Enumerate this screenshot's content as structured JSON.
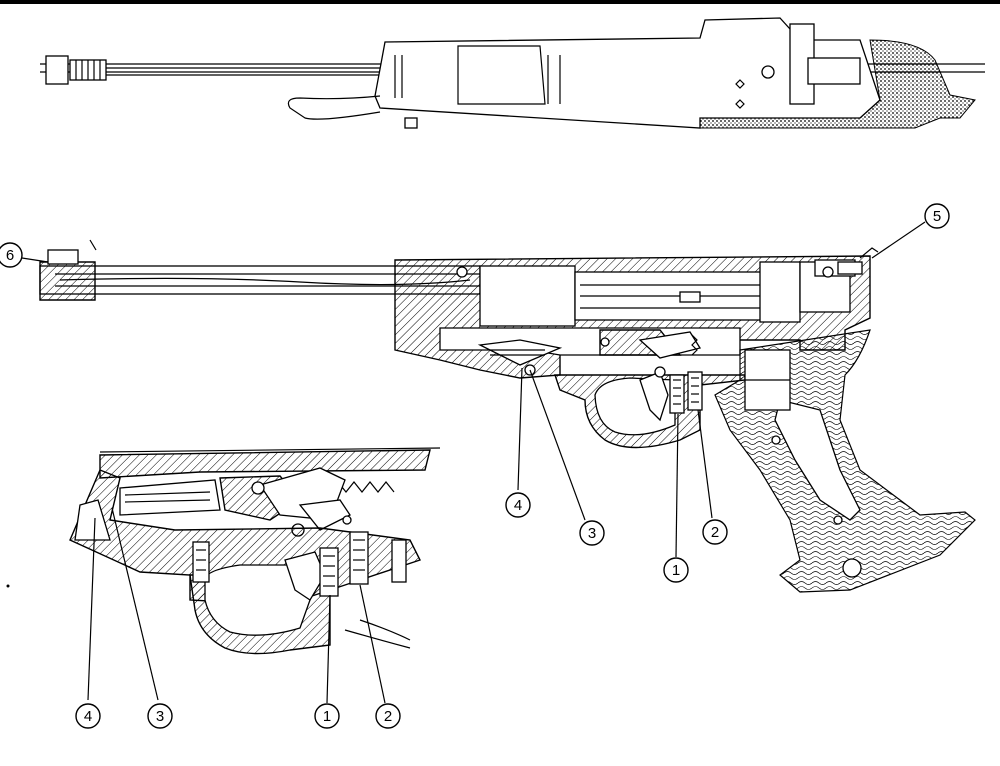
{
  "callouts": {
    "main": [
      {
        "id": "main-6",
        "label": "6"
      },
      {
        "id": "main-5",
        "label": "5"
      },
      {
        "id": "main-4",
        "label": "4"
      },
      {
        "id": "main-3",
        "label": "3"
      },
      {
        "id": "main-2",
        "label": "2"
      },
      {
        "id": "main-1",
        "label": "1"
      }
    ],
    "detail": [
      {
        "id": "detail-4",
        "label": "4"
      },
      {
        "id": "detail-3",
        "label": "3"
      },
      {
        "id": "detail-1",
        "label": "1"
      },
      {
        "id": "detail-2",
        "label": "2"
      }
    ]
  },
  "colors": {
    "ink": "#000000",
    "paper": "#ffffff"
  }
}
